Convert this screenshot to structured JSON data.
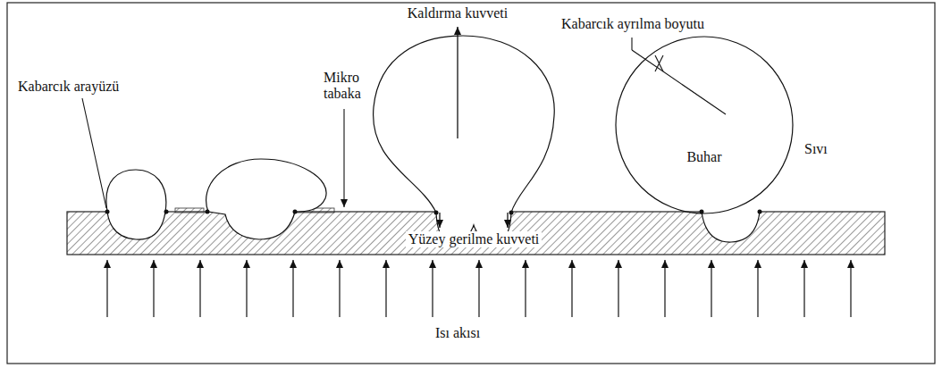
{
  "diagram": {
    "nodes": [
      {
        "text": [
          "Buhar"
        ]
      }
    ],
    "labels": [
      "Kaldırma kuvveti",
      "Kabarcık ayrılma boyutu",
      "Mikro tabaka",
      "Kabarcık arayüzü",
      "Sıvı",
      "Yüzey gerilme kuvveti",
      "Isı akısı"
    ]
  }
}
